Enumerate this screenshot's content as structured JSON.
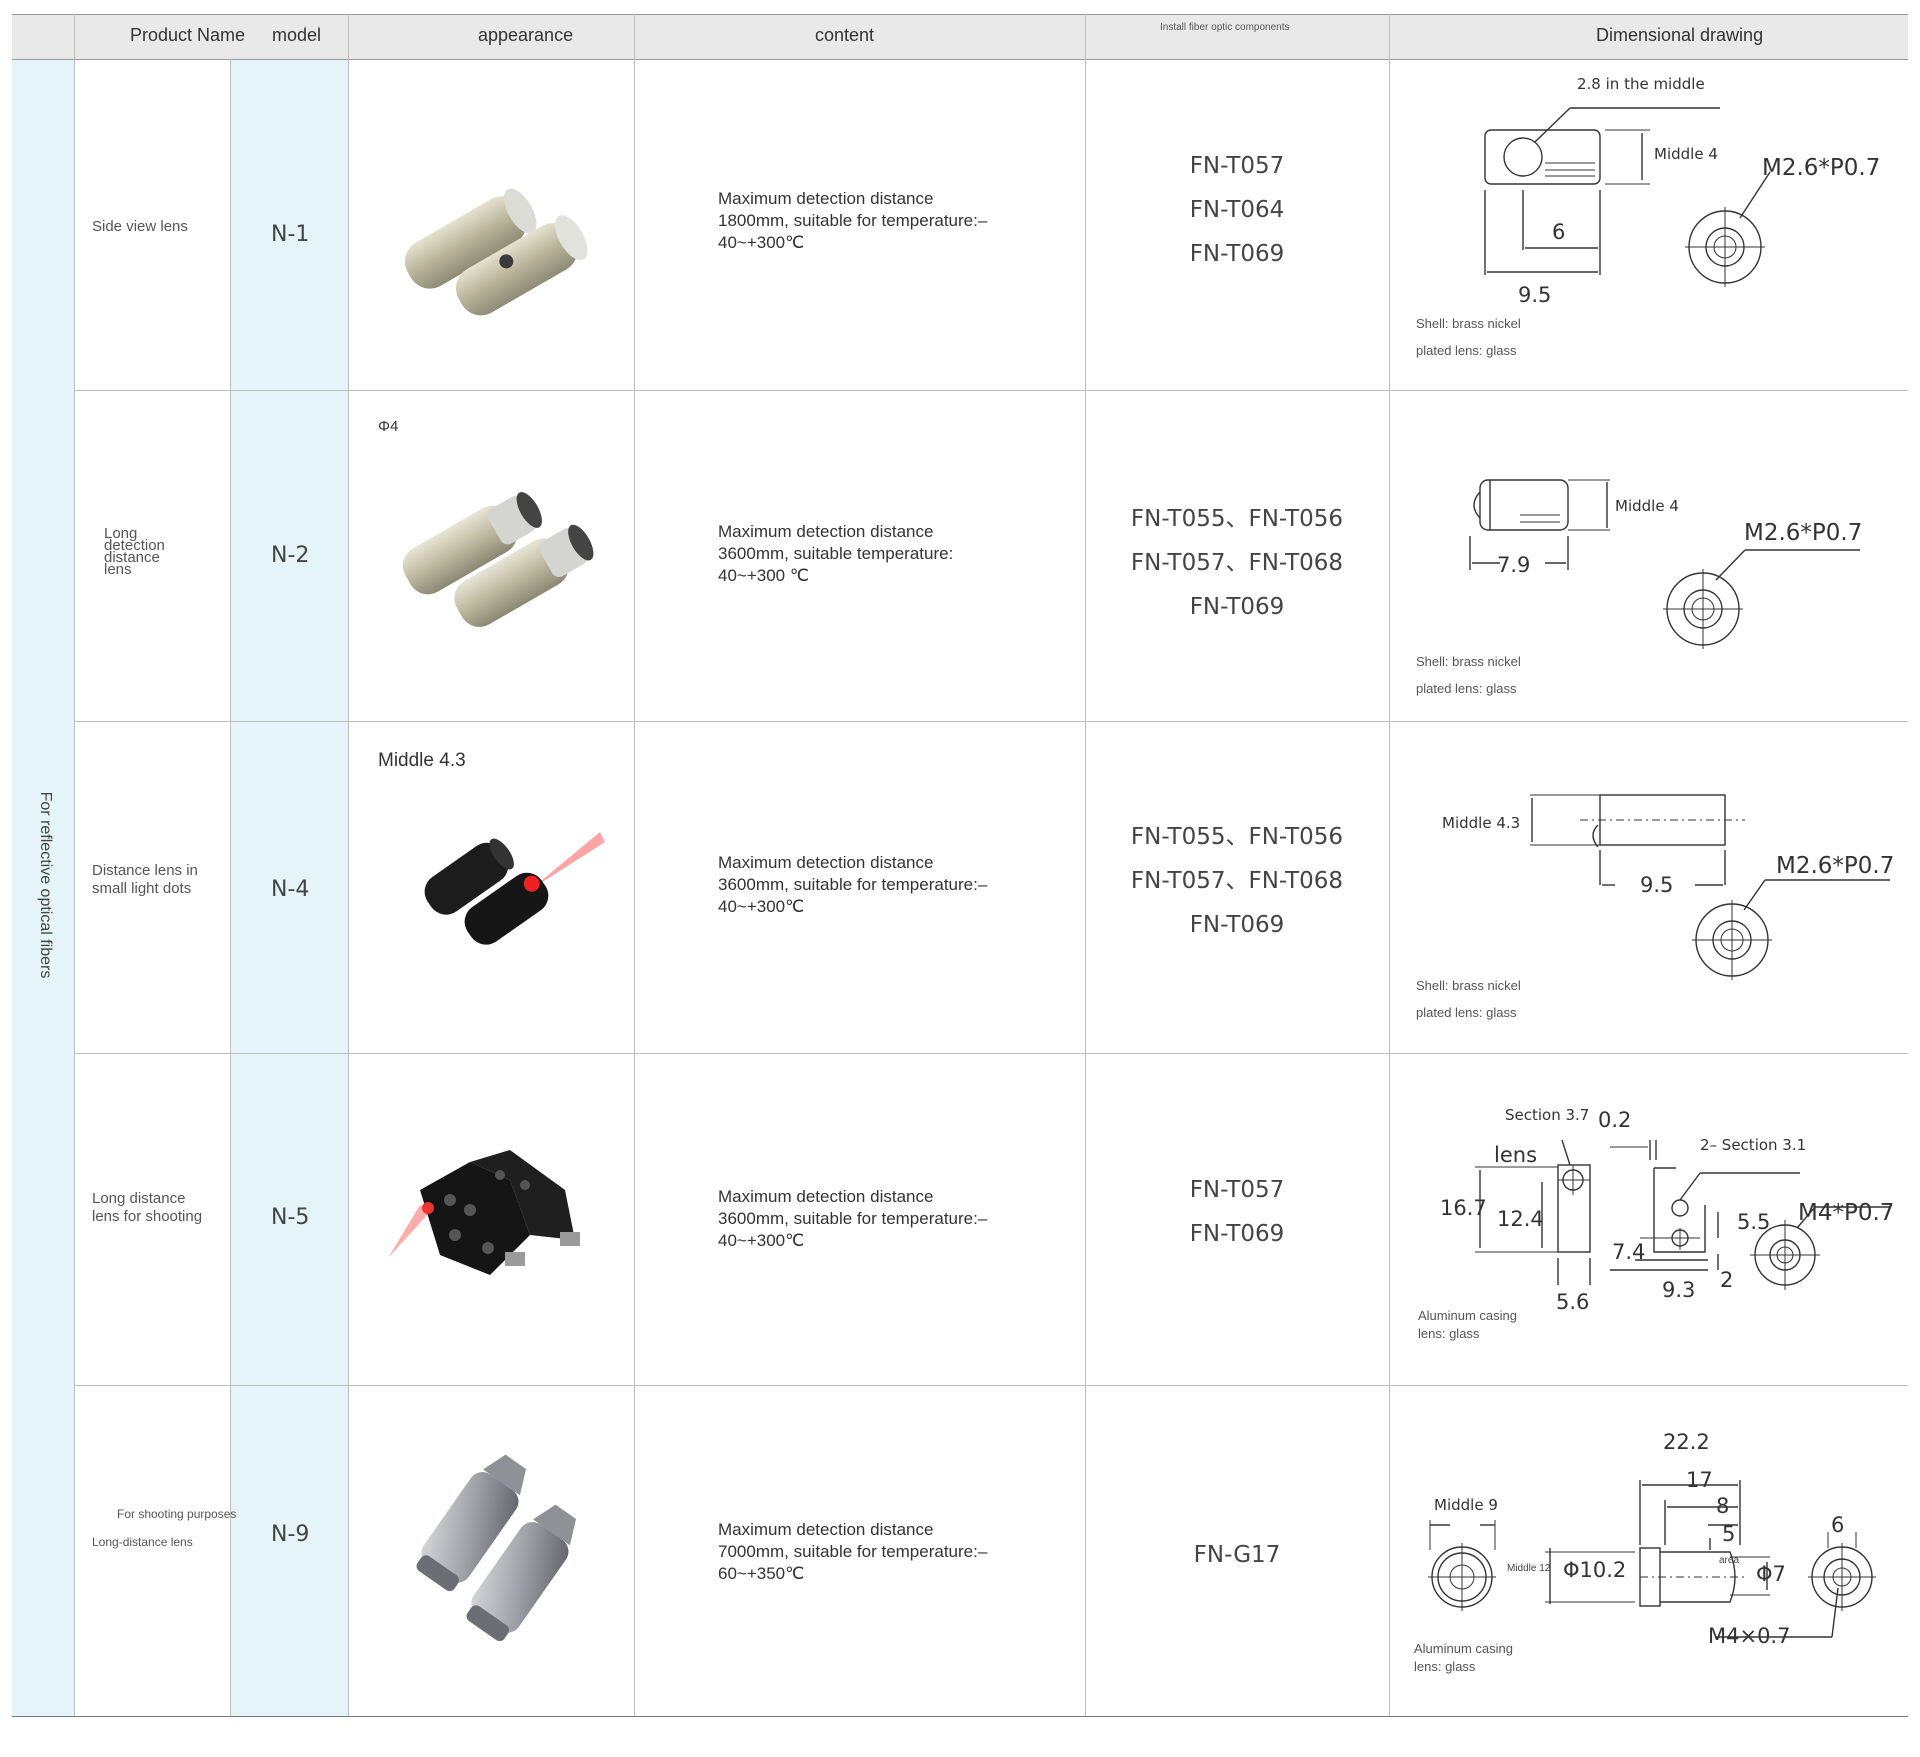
{
  "header": {
    "product_name": "Product Name",
    "model": "model",
    "appearance": "appearance",
    "content": "content",
    "components": "Install fiber optic components",
    "drawing": "Dimensional drawing"
  },
  "category_label": "For reflective optical fibers",
  "rows": [
    {
      "name": "Side view lens",
      "model": "N-1",
      "appearance_label": "",
      "content": "Maximum detection distance 1800mm, suitable for temperature:– 40~+300℃",
      "components": [
        "FN-T057",
        "FN-T064",
        "FN-T069"
      ],
      "notes": [
        "Shell: brass nickel",
        "plated lens: glass"
      ],
      "dims": {
        "top": "2.8 in the middle",
        "side": "Middle 4",
        "thread": "M2.6*P0.7",
        "a": "6",
        "b": "9.5"
      }
    },
    {
      "name": "Long detection distance lens",
      "model": "N-2",
      "appearance_label": "Φ4",
      "content": "Maximum detection distance 3600mm, suitable temperature: 40~+300 ℃",
      "components": [
        "FN-T055、FN-T056",
        "FN-T057、FN-T068",
        "FN-T069"
      ],
      "notes": [
        "Shell: brass nickel",
        "plated lens: glass"
      ],
      "dims": {
        "side": "Middle 4",
        "thread": "M2.6*P0.7",
        "a": "7.9"
      }
    },
    {
      "name": "Distance lens in small light dots",
      "model": "N-4",
      "appearance_label": "Middle 4.3",
      "content": "Maximum detection distance 3600mm, suitable for temperature:– 40~+300℃",
      "components": [
        "FN-T055、FN-T056",
        "FN-T057、FN-T068",
        "FN-T069"
      ],
      "notes": [
        "Shell: brass nickel",
        "plated lens: glass"
      ],
      "dims": {
        "side": "Middle 4.3",
        "thread": "M2.6*P0.7",
        "a": "9.5"
      }
    },
    {
      "name": "Long distance lens for shooting",
      "model": "N-5",
      "appearance_label": "",
      "content": "Maximum detection distance 3600mm, suitable for temperature:– 40~+300℃",
      "components": [
        "FN-T057",
        "FN-T069"
      ],
      "notes_text": "Aluminum casing lens: glass",
      "dims": {
        "sec1": "Section 3.7",
        "gap": "0.2",
        "sec2": "2– Section 3.1",
        "lens": "lens",
        "h1": "16.7",
        "h2": "12.4",
        "w1": "5.6",
        "w2": "7.4",
        "w3": "9.3",
        "h3": "5.5",
        "h4": "2",
        "thread": "M4*P0.7"
      }
    },
    {
      "name_line1": "For shooting purposes",
      "name_line2": "Long-distance lens",
      "model": "N-9",
      "appearance_label": "",
      "content": "Maximum detection distance 7000mm, suitable for temperature:– 60~+350℃",
      "components": [
        "FN-G17"
      ],
      "notes_text": "Aluminum casing lens: glass",
      "dims": {
        "d1": "Middle 9",
        "d2": "Middle 12",
        "l1": "22.2",
        "l2": "17",
        "l3": "8",
        "l4": "5",
        "area": "area",
        "phi1": "Φ10.2",
        "phi2": "Φ7",
        "w": "6",
        "thread": "M4×0.7"
      }
    }
  ],
  "colors": {
    "header_bg": "#e9e9e9",
    "side_bg": "#e5f4f8",
    "grid": "#bdbdbd"
  }
}
